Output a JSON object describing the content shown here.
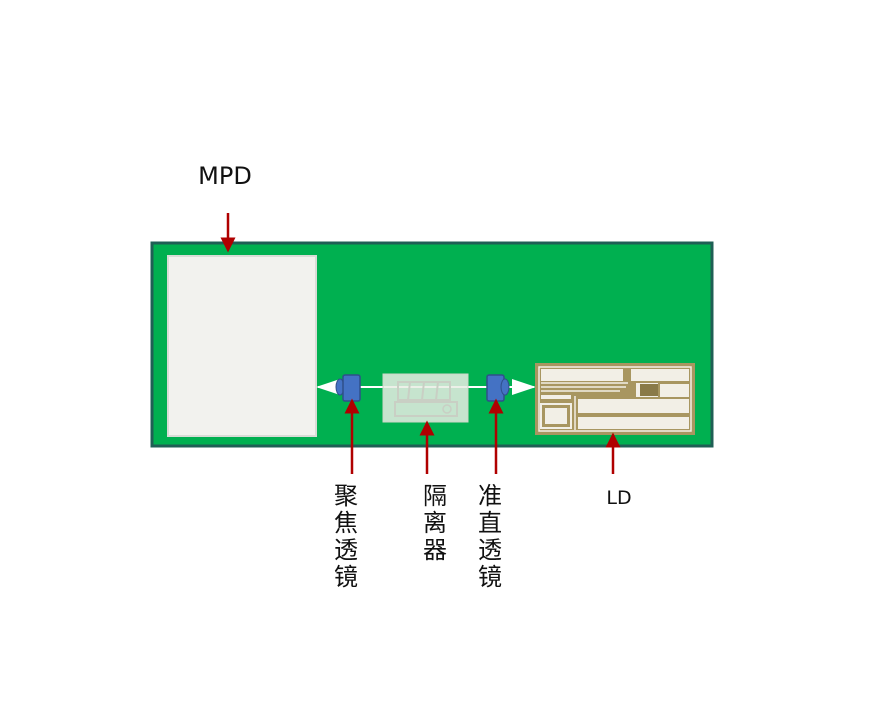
{
  "labels": {
    "mpd": "MPD",
    "ld": "LD",
    "focus_lens": [
      "聚",
      "焦",
      "透",
      "镜"
    ],
    "isolator": [
      "隔",
      "离",
      "器"
    ],
    "collimating_lens": [
      "准",
      "直",
      "透",
      "镜"
    ]
  },
  "colors": {
    "board": "#00b050",
    "board_border": "#1f5f55",
    "mpd_panel": "#f2f2ee",
    "lens": "#4472c4",
    "arrow": "#c00000",
    "ld_chip": "#a89660"
  }
}
